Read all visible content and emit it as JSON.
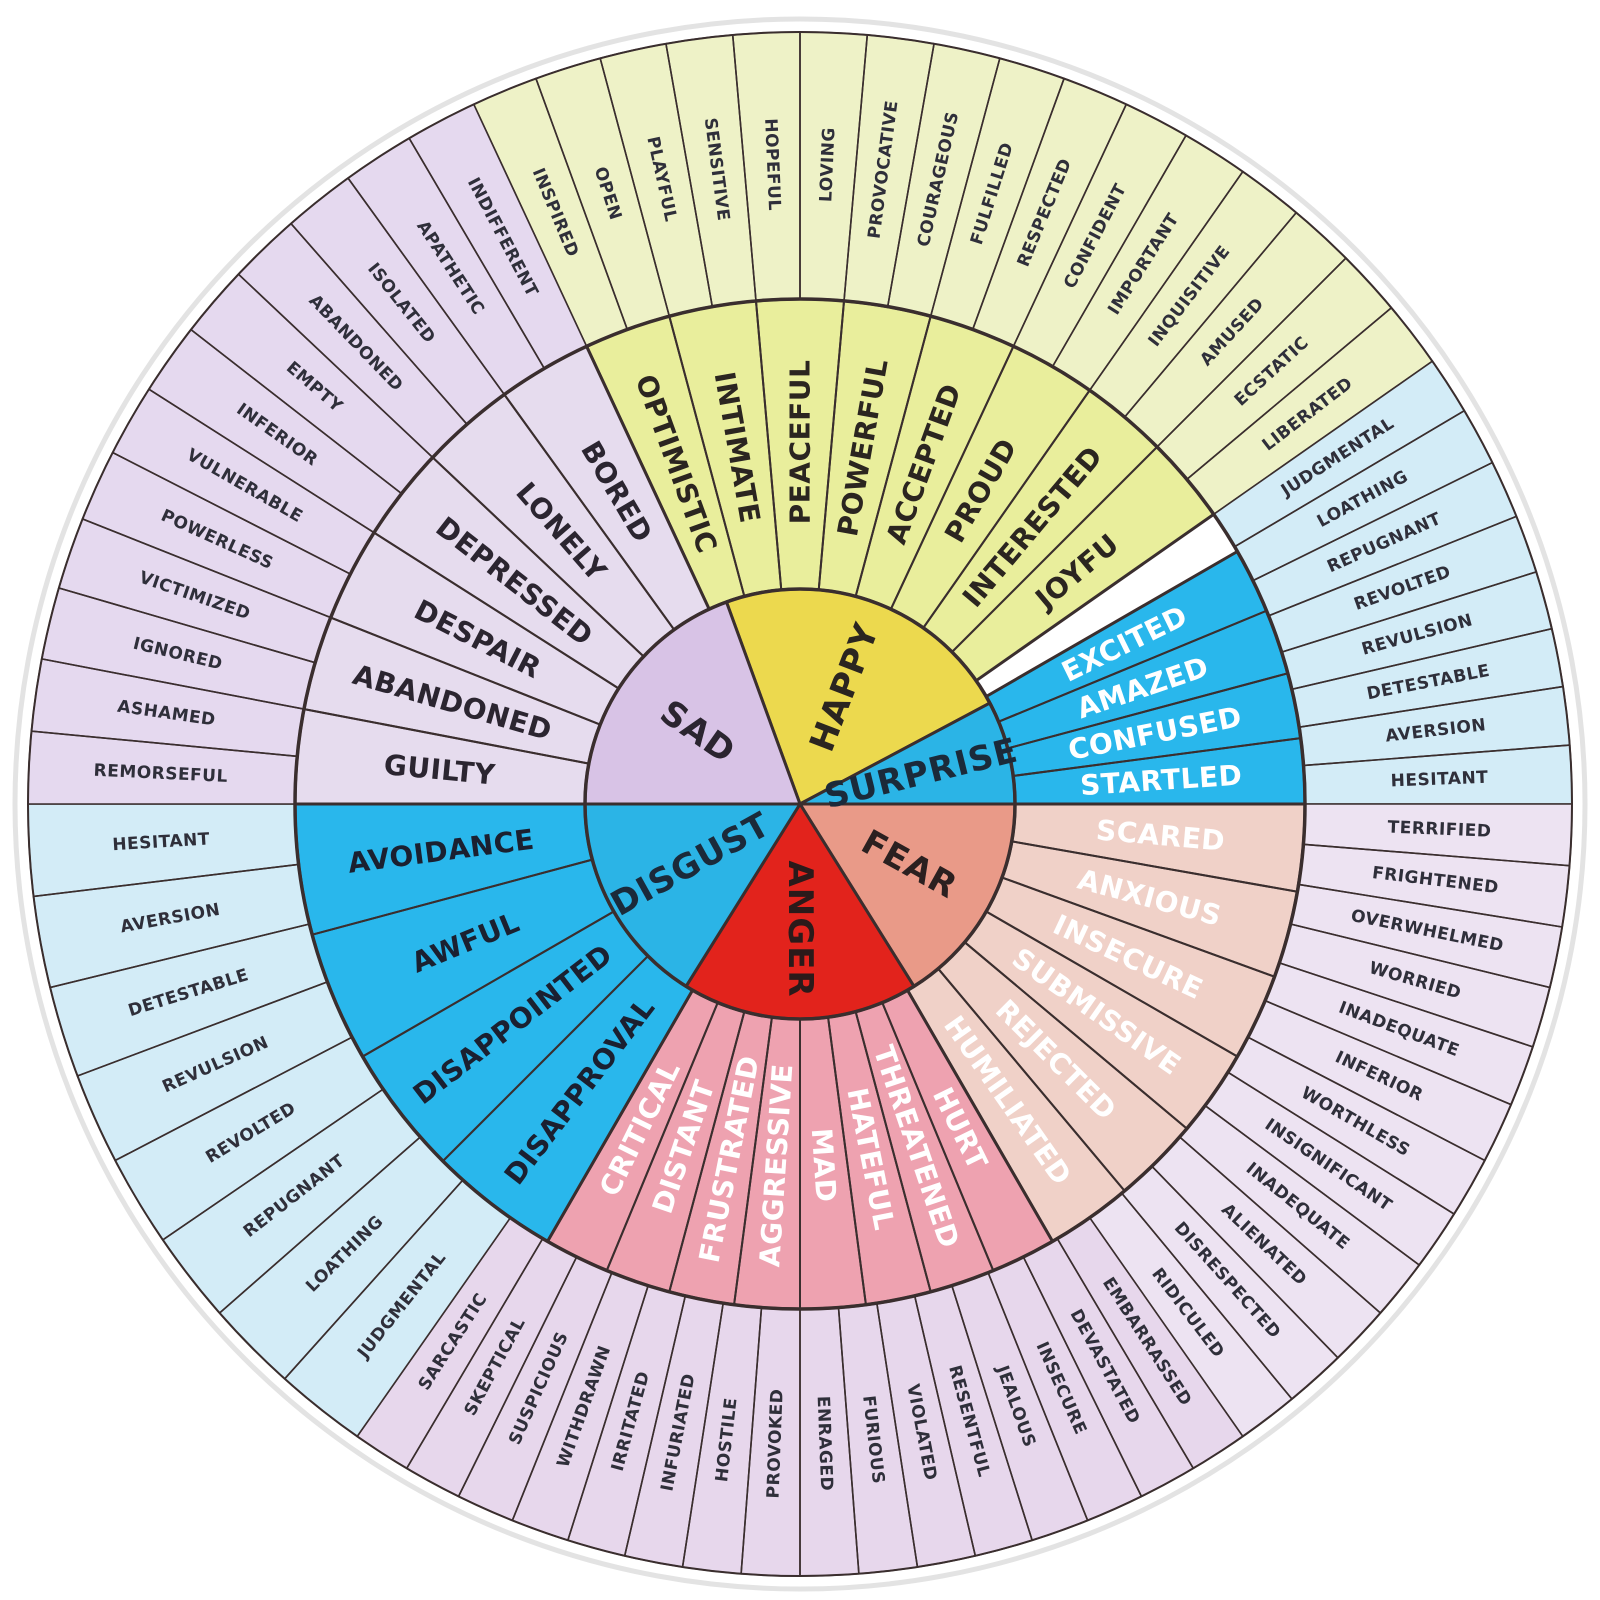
{
  "wheel": {
    "line_color": "#3a2e2e",
    "border_color": "#d9d9d9",
    "core": [
      {
        "label": "HAPPY",
        "fill": "#ecd94e",
        "text_color": "#2b2520",
        "span": [
          0,
          2
        ]
      },
      {
        "label": "SURPRISE",
        "fill": "#2bb4e6",
        "text_color": "#1b2a3a",
        "span": [
          2,
          3
        ]
      },
      {
        "label": "FEAR",
        "fill": "#e99a88",
        "text_color": "#2b2020",
        "span": [
          3,
          4
        ]
      },
      {
        "label": "ANGER",
        "fill": "#e2231c",
        "text_color": "#2b1a1a",
        "span": [
          4,
          5
        ]
      },
      {
        "label": "DISGUST",
        "fill": "#2bb4e6",
        "text_color": "#1b2a3a",
        "span": [
          5,
          6
        ]
      },
      {
        "label": "SAD",
        "fill": "#d8c3e6",
        "text_color": "#2b2530",
        "span": [
          6,
          8
        ]
      }
    ],
    "middle": [
      {
        "group": "happy",
        "fill": "#e9ee9c",
        "text_color": "#2b2520",
        "span": [
          -25,
          55
        ],
        "labels": [
          "OPTIMISTIC",
          "INTIMATE",
          "PEACEFUL",
          "POWERFUL",
          "ACCEPTED",
          "PROUD",
          "INTERESTED",
          "JOYFU"
        ]
      },
      {
        "group": "surprise",
        "fill": "#29b7ec",
        "text_color": "#ffffff",
        "span": [
          60,
          90
        ],
        "labels": [
          "EXCITED",
          "AMAZED",
          "CONFUSED",
          "STARTLED"
        ]
      },
      {
        "group": "fear",
        "fill": "#f0d1c8",
        "text_color": "#ffffff",
        "span": [
          90,
          150
        ],
        "labels": [
          "SCARED",
          "ANXIOUS",
          "INSECURE",
          "SUBMISSIVE",
          "REJECTED",
          "HUMILIATED"
        ]
      },
      {
        "group": "anger",
        "fill": "#eea2b0",
        "text_color": "#ffffff",
        "span": [
          150,
          210
        ],
        "labels": [
          "HURT",
          "THREATENED",
          "HATEFUL",
          "MAD",
          "AGGRESSIVE",
          "FRUSTRATED",
          "DISTANT",
          "CRITICAL"
        ]
      },
      {
        "group": "disgust",
        "fill": "#29b7ec",
        "text_color": "#1b2030",
        "span": [
          210,
          270
        ],
        "labels": [
          "DISAPPROVAL",
          "DISAPPOINTED",
          "AWFUL",
          "AVOIDANCE"
        ]
      },
      {
        "group": "sad",
        "fill": "#e6dcee",
        "text_color": "#2b2530",
        "span": [
          270,
          335
        ],
        "labels": [
          "GUILTY",
          "ABANDONED",
          "DESPAIR",
          "DEPRESSED",
          "LONELY",
          "BORED"
        ]
      }
    ],
    "outer": [
      {
        "group": "happy",
        "fill": "#eef2c7",
        "span": [
          -25,
          55
        ],
        "labels": [
          "INSPIRED",
          "OPEN",
          "PLAYFUL",
          "SENSITIVE",
          "HOPEFUL",
          "LOVING",
          "PROVOCATIVE",
          "COURAGEOUS",
          "FULFILLED",
          "RESPECTED",
          "CONFIDENT",
          "IMPORTANT",
          "INQUISITIVE",
          "AMUSED",
          "ECSTATIC",
          "LIBERATED"
        ]
      },
      {
        "group": "surprise",
        "fill": "#d3ecf7",
        "span": [
          55,
          90
        ],
        "labels": [
          "JUDGMENTAL",
          "LOATHING",
          "REPUGNANT",
          "REVOLTED",
          "REVULSION",
          "DETESTABLE",
          "AVERSION",
          "HESITANT"
        ]
      },
      {
        "group": "fear",
        "fill": "#ede3f2",
        "span": [
          90,
          145
        ],
        "labels": [
          "TERRIFIED",
          "FRIGHTENED",
          "OVERWHELMED",
          "WORRIED",
          "INADEQUATE",
          "INFERIOR",
          "WORTHLESS",
          "INSIGNIFICANT",
          "INADEQUATE",
          "ALIENATED",
          "DISRESPECTED",
          "RIDICULED"
        ]
      },
      {
        "group": "anger",
        "fill": "#e7d7ec",
        "span": [
          145,
          215
        ],
        "labels": [
          "EMBARRASSED",
          "DEVASTATED",
          "INSECURE",
          "JEALOUS",
          "RESENTFUL",
          "VIOLATED",
          "FURIOUS",
          "ENRAGED",
          "PROVOKED",
          "HOSTILE",
          "INFURIATED",
          "IRRITATED",
          "WITHDRAWN",
          "SUSPICIOUS",
          "SKEPTICAL",
          "SARCASTIC"
        ]
      },
      {
        "group": "disgust",
        "fill": "#d3ecf7",
        "span": [
          215,
          270
        ],
        "labels": [
          "JUDGMENTAL",
          "LOATHING",
          "REPUGNANT",
          "REVOLTED",
          "REVULSION",
          "DETESTABLE",
          "AVERSION",
          "HESITANT"
        ]
      },
      {
        "group": "sad",
        "fill": "#e5d9ef",
        "span": [
          270,
          335
        ],
        "labels": [
          "REMORSEFUL",
          "ASHAMED",
          "IGNORED",
          "VICTIMIZED",
          "POWERLESS",
          "VULNERABLE",
          "INFERIOR",
          "EMPTY",
          "ABANDONED",
          "ISOLATED",
          "APATHETIC",
          "INDIFFERENT"
        ]
      }
    ]
  }
}
